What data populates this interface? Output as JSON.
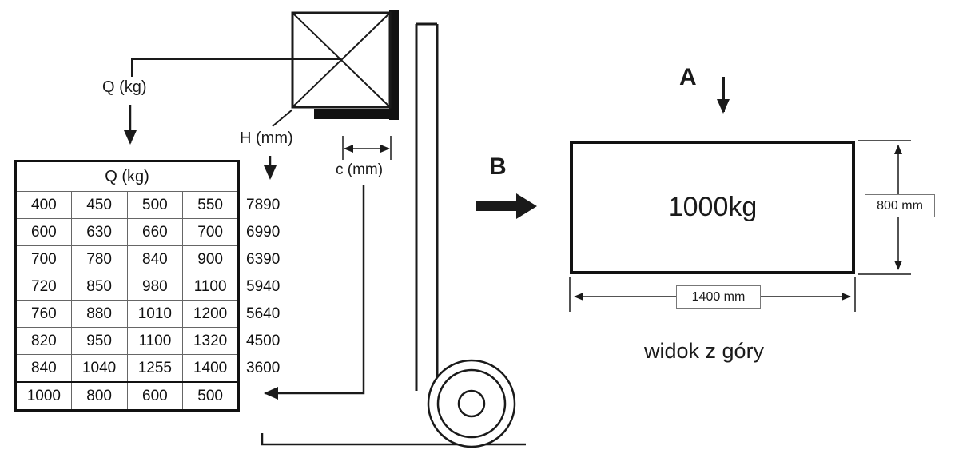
{
  "diagram": {
    "q_label": "Q (kg)",
    "h_label": "H (mm)",
    "c_label": "c (mm)",
    "b_label": "B",
    "a_label": "A",
    "load_label": "1000kg",
    "width_dim": "1400 mm",
    "depth_dim": "800 mm",
    "view_caption": "widok z góry"
  },
  "table": {
    "header": "Q (kg)",
    "rows": [
      [
        "400",
        "450",
        "500",
        "550"
      ],
      [
        "600",
        "630",
        "660",
        "700"
      ],
      [
        "700",
        "780",
        "840",
        "900"
      ],
      [
        "720",
        "850",
        "980",
        "1100"
      ],
      [
        "760",
        "880",
        "1010",
        "1200"
      ],
      [
        "820",
        "950",
        "1100",
        "1320"
      ],
      [
        "840",
        "1040",
        "1255",
        "1400"
      ]
    ],
    "h_values": [
      "7890",
      "6990",
      "6390",
      "5940",
      "5640",
      "4500",
      "3600"
    ],
    "c_row": [
      "1000",
      "800",
      "600",
      "500"
    ]
  },
  "colors": {
    "ink": "#1a1a1a",
    "grid": "#666666",
    "background": "#ffffff"
  }
}
